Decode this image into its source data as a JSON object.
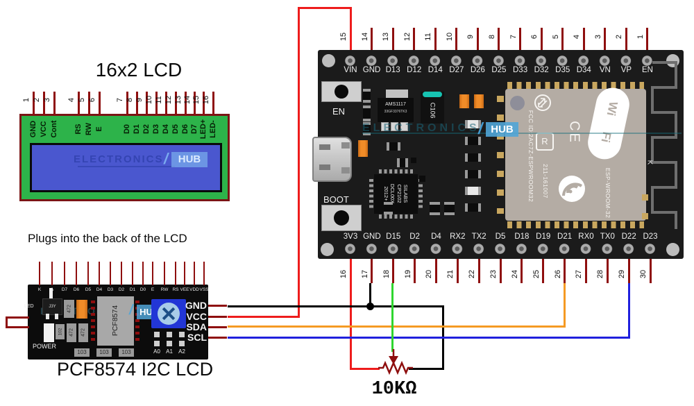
{
  "titles": {
    "lcd": "16x2 LCD",
    "note": "Plugs into the back  of the LCD",
    "i2c": "PCF8574 I2C LCD",
    "pot": "10KΩ"
  },
  "lcd": {
    "pins": [
      {
        "num": "1",
        "label": "GND"
      },
      {
        "num": "2",
        "label": "VCC"
      },
      {
        "num": "3",
        "label": "Cont"
      },
      {
        "num": "4",
        "label": "RS"
      },
      {
        "num": "5",
        "label": "RW"
      },
      {
        "num": "6",
        "label": "E"
      },
      {
        "num": "7",
        "label": "D0"
      },
      {
        "num": "8",
        "label": "D1"
      },
      {
        "num": "9",
        "label": "D2"
      },
      {
        "num": "10",
        "label": "D3"
      },
      {
        "num": "11",
        "label": "D4"
      },
      {
        "num": "12",
        "label": "D5"
      },
      {
        "num": "13",
        "label": "D6"
      },
      {
        "num": "14",
        "label": "D7"
      },
      {
        "num": "15",
        "label": "LED+"
      },
      {
        "num": "16",
        "label": "LED-"
      }
    ],
    "watermark": {
      "text": "ELECTRONICS",
      "slash": "/",
      "hub": "HUB"
    }
  },
  "i2c_module": {
    "top_pins": [
      "K",
      "A",
      "D7",
      "D6",
      "D5",
      "D4",
      "D3",
      "D2",
      "D1",
      "D0",
      "E",
      "RW",
      "RS",
      "VEE",
      "VDD",
      "VSS"
    ],
    "side_pins": [
      "GND",
      "VCC",
      "SDA",
      "SCL"
    ],
    "led_label": "LED",
    "jumper_label": "J3Y",
    "power_label": "POWER",
    "chip": "PCF8574",
    "r472": "472",
    "r102": "102",
    "r103": "103",
    "addr_pads": [
      "A0",
      "A1",
      "A2"
    ],
    "watermark": {
      "text": "ELECTRONICS",
      "slash": "/",
      "hub": "HU"
    }
  },
  "esp32": {
    "top_pins": [
      {
        "num": "15",
        "label": "VIN"
      },
      {
        "num": "14",
        "label": "GND"
      },
      {
        "num": "13",
        "label": "D13"
      },
      {
        "num": "12",
        "label": "D12"
      },
      {
        "num": "11",
        "label": "D14"
      },
      {
        "num": "10",
        "label": "D27"
      },
      {
        "num": "9",
        "label": "D26"
      },
      {
        "num": "8",
        "label": "D25"
      },
      {
        "num": "7",
        "label": "D33"
      },
      {
        "num": "6",
        "label": "D32"
      },
      {
        "num": "5",
        "label": "D35"
      },
      {
        "num": "4",
        "label": "D34"
      },
      {
        "num": "3",
        "label": "VN"
      },
      {
        "num": "2",
        "label": "VP"
      },
      {
        "num": "1",
        "label": "EN"
      }
    ],
    "bottom_pins": [
      {
        "num": "16",
        "label": "3V3"
      },
      {
        "num": "17",
        "label": "GND"
      },
      {
        "num": "18",
        "label": "D15"
      },
      {
        "num": "19",
        "label": "D2"
      },
      {
        "num": "20",
        "label": "D4"
      },
      {
        "num": "21",
        "label": "RX2"
      },
      {
        "num": "22",
        "label": "TX2"
      },
      {
        "num": "23",
        "label": "D5"
      },
      {
        "num": "24",
        "label": "D18"
      },
      {
        "num": "25",
        "label": "D19"
      },
      {
        "num": "26",
        "label": "D21"
      },
      {
        "num": "27",
        "label": "RX0"
      },
      {
        "num": "28",
        "label": "TX0"
      },
      {
        "num": "29",
        "label": "D22"
      },
      {
        "num": "30",
        "label": "D23"
      }
    ],
    "en_button": "EN",
    "boot_button": "BOOT",
    "regulator": {
      "line1": "AMS1117",
      "line2": "33GF3376TK3"
    },
    "capacitor": "C106",
    "usb_uart": {
      "line1": "SILABS",
      "line2": "CP2102",
      "line3": "DCL00X",
      "line4": "2012+"
    },
    "module": {
      "fcc_id": "FCC ID:2AC7Z-ESPWROOM32",
      "reg_mark": "R",
      "cert_number": "211-161007",
      "ce_mark": "CE",
      "wifi_top": "Wi",
      "wifi_bottom": "Fi",
      "model": "ESP-WROOM-32",
      "antenna_label": "K"
    },
    "watermark": {
      "text": "ELECTRONICS",
      "slash": "/",
      "hub": "HUB"
    }
  },
  "wire_colors": {
    "vcc_red": "#ee1c1c",
    "gnd_black": "#000000",
    "sda_orange": "#f59a23",
    "scl_blue": "#2020dd",
    "wiper_green": "#2fd62f",
    "pin_lead_dark_red": "#8e0e0e"
  }
}
